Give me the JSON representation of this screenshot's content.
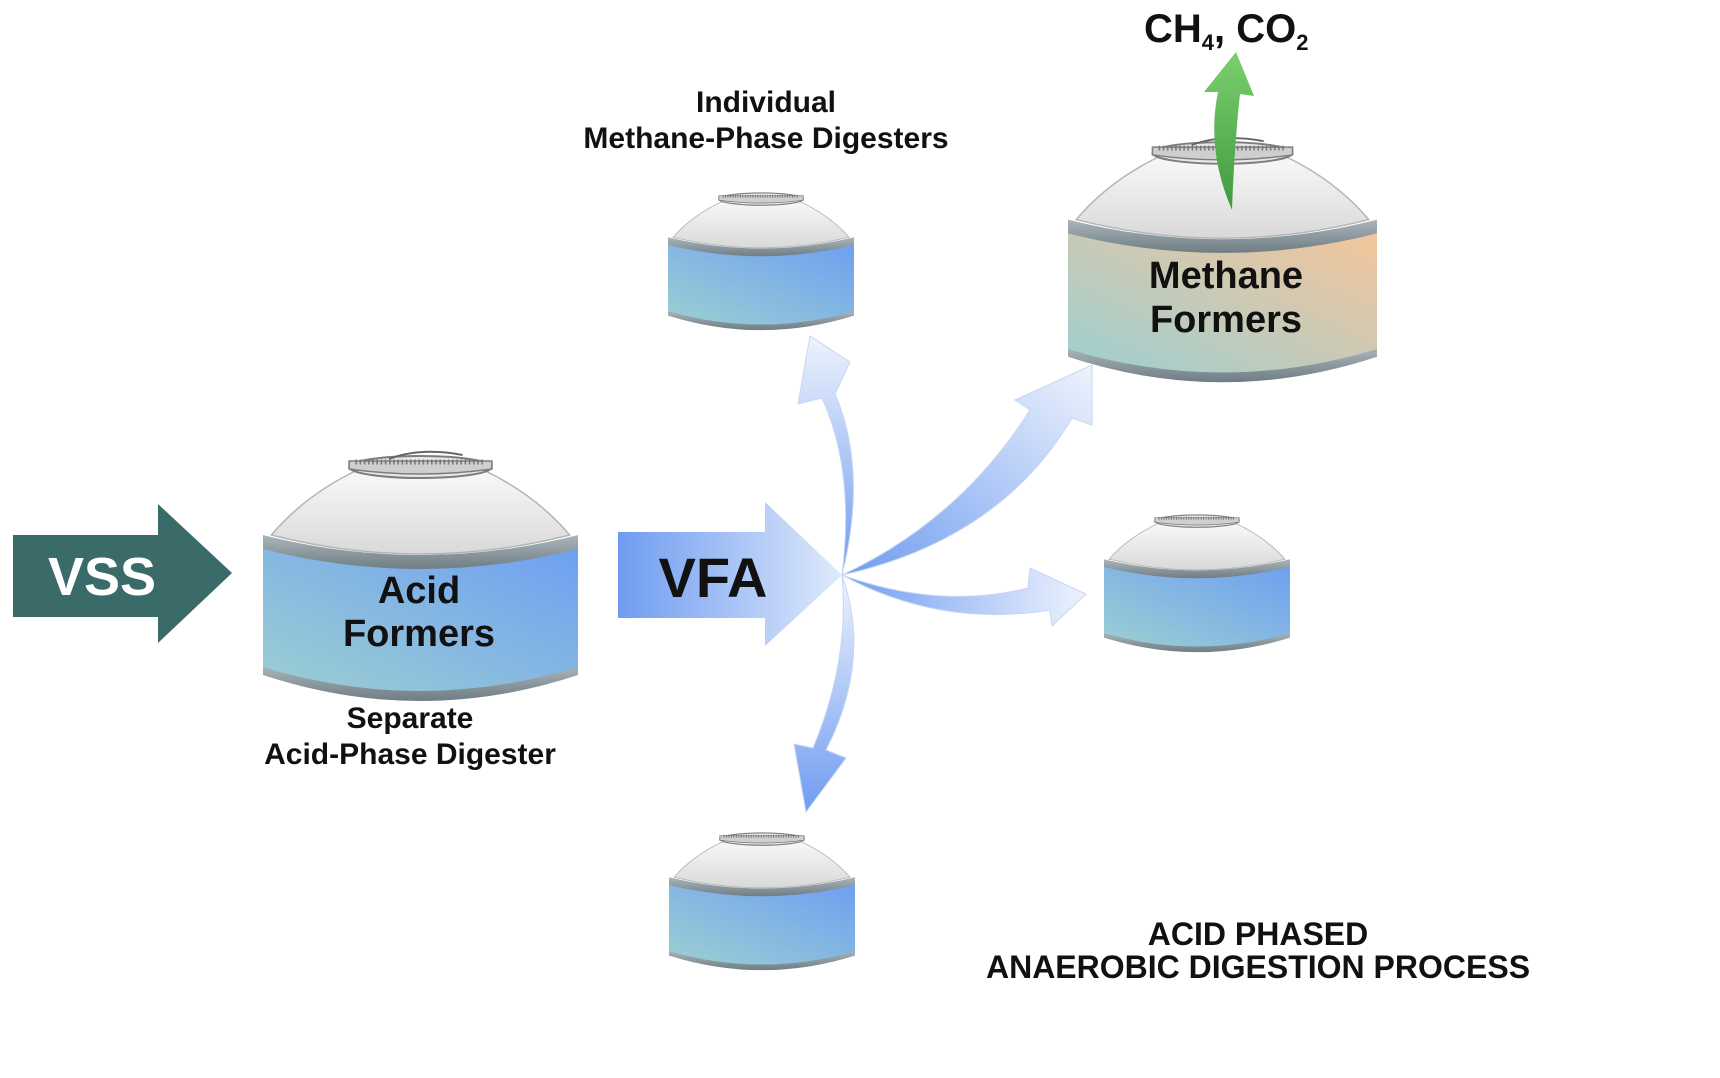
{
  "colors": {
    "background": "#ffffff",
    "vss_arrow": "#3a6b68",
    "vfa_arrow_start": "#6f9cf0",
    "vfa_arrow_end": "#dfe9fb",
    "tank_body_blue": "#7aa7f0",
    "tank_body_teal": "#9ccfd2",
    "tank_body_peach": "#f4c79d",
    "tank_roof": "#e6e6e6",
    "tank_band": "#8c9aa0",
    "gas_arrow": "#4ea84e",
    "text": "#111111"
  },
  "labels": {
    "vss": "VSS",
    "vfa": "VFA",
    "acid_tank_line1": "Acid",
    "acid_tank_line2": "Formers",
    "acid_caption_line1": "Separate",
    "acid_caption_line2": "Acid-Phase Digester",
    "methane_caption_line1": "Individual",
    "methane_caption_line2": "Methane-Phase Digesters",
    "methane_tank_line1": "Methane",
    "methane_tank_line2": "Formers",
    "gas_ch": "CH",
    "gas_ch_sub": "4",
    "gas_comma": ", CO",
    "gas_co_sub": "2",
    "title_line1": "ACID PHASED",
    "title_line2": "ANAEROBIC DIGESTION PROCESS"
  },
  "icons": {
    "acid_tank": "digester-tank-icon",
    "methane_tank": "digester-tank-icon",
    "gas_arrow": "curved-up-arrow-icon",
    "flow_arrow": "curved-flow-arrow-icon"
  }
}
